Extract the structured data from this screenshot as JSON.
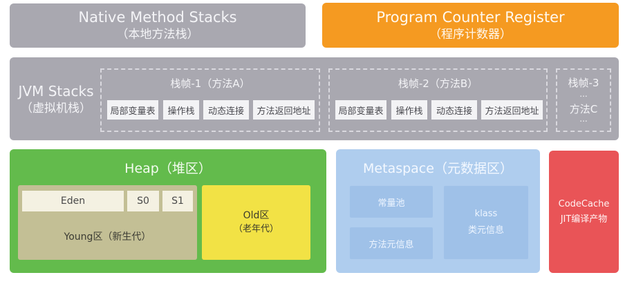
{
  "native": {
    "title": "Native Method Stacks",
    "subtitle": "（本地方法栈）"
  },
  "pc": {
    "title": "Program Counter Register",
    "subtitle": "（程序计数器）"
  },
  "jvm": {
    "title": "JVM Stacks",
    "subtitle": "（虚拟机栈）",
    "frame1": {
      "title": "栈帧-1（方法A）",
      "slots": [
        "局部变量表",
        "操作栈",
        "动态连接",
        "方法返回地址"
      ]
    },
    "frame2": {
      "title": "栈帧-2（方法B）",
      "slots": [
        "局部变量表",
        "操作栈",
        "动态连接",
        "方法返回地址"
      ]
    },
    "frame3": {
      "title": "栈帧-3",
      "ellipsis": "...",
      "method": "方法C"
    }
  },
  "heap": {
    "title": "Heap（堆区）",
    "eden": "Eden",
    "s0": "S0",
    "s1": "S1",
    "young": "Young区（新生代）",
    "old_line1": "Old区",
    "old_line2": "（老年代）"
  },
  "meta": {
    "title": "Metaspace（元数据区）",
    "constant_pool": "常量池",
    "method_meta": "方法元信息",
    "klass": "klass",
    "class_meta": "类元信息"
  },
  "code": {
    "line1": "CodeCache",
    "line2": "JIT编译产物"
  },
  "colors": {
    "gray": "#a9a8b0",
    "orange": "#f59a21",
    "green": "#63bb4c",
    "khaki": "#c3bf95",
    "yellow": "#f2e245",
    "light_blue": "#afcdee",
    "red": "#e95457"
  }
}
